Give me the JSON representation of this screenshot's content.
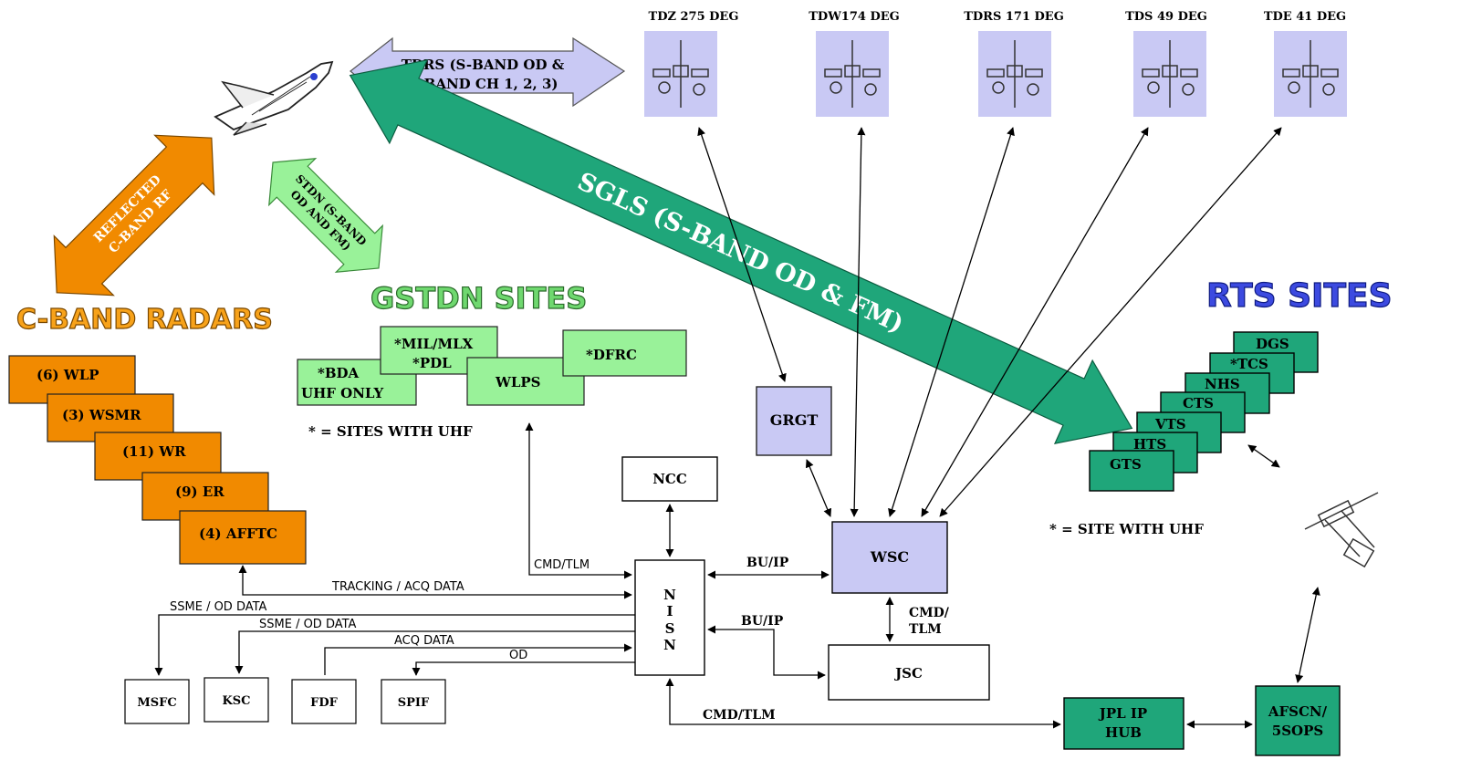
{
  "colors": {
    "orange": "#f18a00",
    "light_green": "#99f299",
    "teal": "#1fa67a",
    "lavender": "#c9c9f4",
    "black": "#000000",
    "white": "#ffffff",
    "rts_title": "#3c4ae0",
    "gstdn_title": "#6fd86f",
    "cband_title": "#f7a21a"
  },
  "tdrs_satellites": [
    {
      "label": "TDZ 275 DEG"
    },
    {
      "label": "TDW174 DEG"
    },
    {
      "label": "TDRS 171 DEG"
    },
    {
      "label": "TDS  49 DEG"
    },
    {
      "label": "TDE 41 DEG"
    }
  ],
  "arrows": {
    "tdrs_line1": "TDRS (S-BAND OD &",
    "tdrs_line2": "K-BAND CH 1, 2, 3)",
    "reflected_line1": "REFLECTED",
    "reflected_line2": "C-BAND RF",
    "stdn_line1": "STDN (S-BAND",
    "stdn_line2": "OD AND FM)",
    "sgls": "SGLS (S-BAND OD & FM)"
  },
  "titles": {
    "cband": "C-BAND RADARS",
    "gstdn": "GSTDN SITES",
    "rts": "RTS SITES"
  },
  "cband_boxes": [
    {
      "label": "(6) WLP"
    },
    {
      "label": "(3) WSMR"
    },
    {
      "label": "(11) WR"
    },
    {
      "label": "(9) ER"
    },
    {
      "label": "(4) AFFTC"
    }
  ],
  "gstdn_boxes": {
    "bda_line1": "*BDA",
    "bda_line2": "UHF ONLY",
    "mil": "*MIL/MLX",
    "pdl": "*PDL",
    "wlps": "WLPS",
    "dfrc": "*DFRC",
    "note": "* = SITES WITH UHF"
  },
  "rts_boxes": [
    {
      "label": "DGS"
    },
    {
      "label": "*TCS"
    },
    {
      "label": "NHS"
    },
    {
      "label": "CTS"
    },
    {
      "label": "VTS"
    },
    {
      "label": "HTS"
    },
    {
      "label": "GTS"
    }
  ],
  "rts_note": "* = SITE WITH UHF",
  "nodes": {
    "grgt": "GRGT",
    "ncc": "NCC",
    "nisn": [
      "N",
      "I",
      "S",
      "N"
    ],
    "wsc": "WSC",
    "jsc": "JSC",
    "jpl_line1": "JPL IP",
    "jpl_line2": "HUB",
    "afscn_line1": "AFSCN/",
    "afscn_line2": "5SOPS",
    "msfc": "MSFC",
    "ksc": "KSC",
    "fdf": "FDF",
    "spif": "SPIF"
  },
  "links": {
    "cmd_tlm_gstdn": "CMD/TLM",
    "tracking": "TRACKING / ACQ DATA",
    "ssme1": "SSME / OD DATA",
    "ssme2": "SSME / OD DATA",
    "acq": "ACQ DATA",
    "od": "OD",
    "bu_ip1": "BU/IP",
    "bu_ip2": "BU/IP",
    "wsc_jsc_line1": "CMD/",
    "wsc_jsc_line2": "TLM",
    "cmd_tlm_jpl": "CMD/TLM"
  }
}
